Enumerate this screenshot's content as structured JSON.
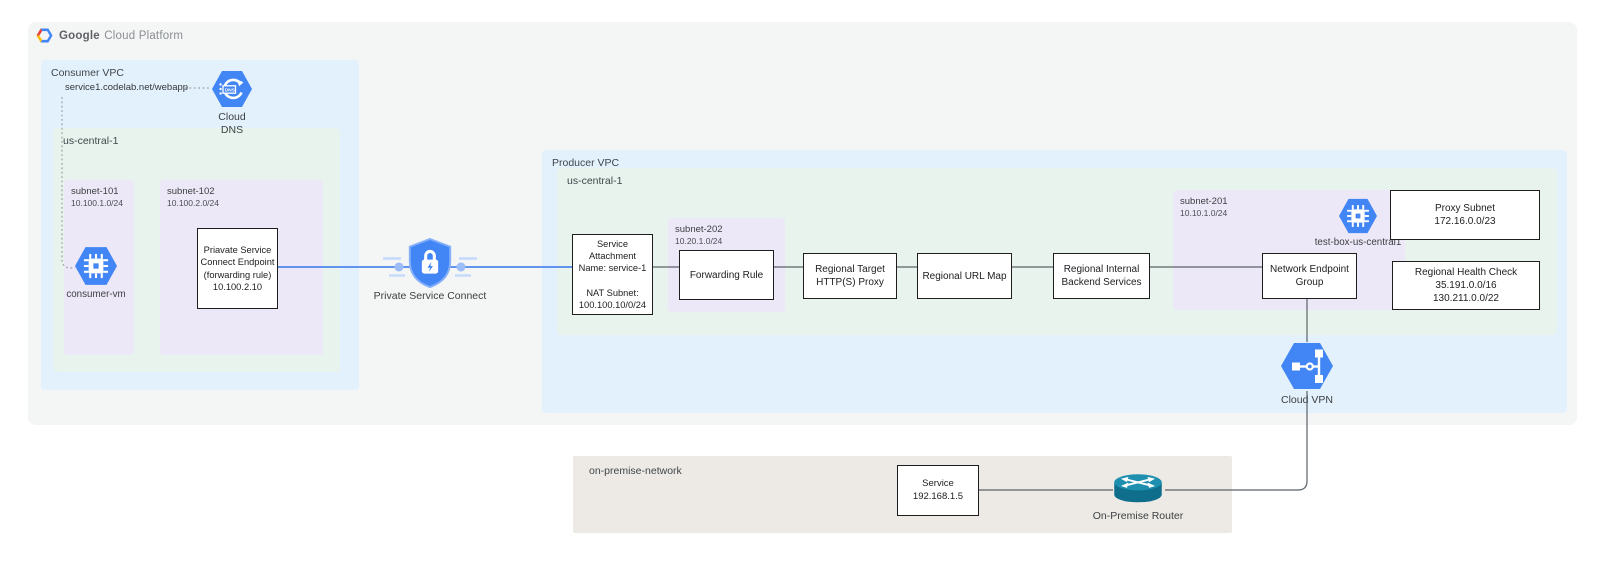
{
  "logo": {
    "google": "Google",
    "rest": "Cloud Platform"
  },
  "consumer_vpc": {
    "label": "Consumer VPC",
    "dns_record": "service1.codelab.net/webapp",
    "cloud_dns_label": "Cloud\nDNS",
    "region_label": "us-central-1",
    "subnet101_name": "subnet-101",
    "subnet101_cidr": "10.100.1.0/24",
    "consumer_vm_label": "consumer-vm",
    "subnet102_name": "subnet-102",
    "subnet102_cidr": "10.100.2.0/24",
    "psc_endpoint_text": "Priavate Service\nConnect Endpoint\n(forwarding rule)\n10.100.2.10"
  },
  "psc_label": "Private Service Connect",
  "producer_vpc": {
    "label": "Producer VPC",
    "region_label": "us-central-1",
    "service_attachment_text": "Service\nAttachment\nName: service-1\n\nNAT Subnet:\n100.100.10/0/24",
    "subnet202_name": "subnet-202",
    "subnet202_cidr": "10.20.1.0/24",
    "forwarding_rule_label": "Forwarding Rule",
    "target_proxy_text": "Regional Target\nHTTP(S) Proxy",
    "url_map_label": "Regional URL Map",
    "backend_services_text": "Regional Internal\nBackend Services",
    "subnet201_name": "subnet-201",
    "subnet201_cidr": "10.10.1.0/24",
    "test_box_label": "test-box-us-central1",
    "neg_text": "Network Endpoint\nGroup",
    "proxy_subnet_text": "Proxy Subnet\n172.16.0.0/23",
    "health_check_text": "Regional Health Check\n35.191.0.0/16\n130.211.0.0/22",
    "cloud_vpn_label": "Cloud VPN"
  },
  "on_premise": {
    "label": "on-premise-network",
    "service_text": "Service\n192.168.1.5",
    "router_label": "On-Premise Router"
  },
  "icons": {
    "gcp_logo": "multicolor-hexagon",
    "cloud_dns": "blue-hexagon-dns-arrow",
    "compute_engine": "blue-hexagon-chip",
    "private_service_connect": "blue-shield-lock-bolt",
    "cloud_vpn": "blue-hexagon-vpn-link",
    "on_premise_router": "teal-cylinder-arrows"
  },
  "colors": {
    "container_grey": "#f4f5f5",
    "vpc_blue": "#e3f1fc",
    "region_green": "#e7f3ec",
    "subnet_purple": "#ede8f7",
    "on_premise_beige": "#edeae5",
    "icon_blue": "#4285f4",
    "line_blue": "#4d86ec",
    "line_grey": "#5c6267",
    "router_teal": "#0f6e8c"
  }
}
